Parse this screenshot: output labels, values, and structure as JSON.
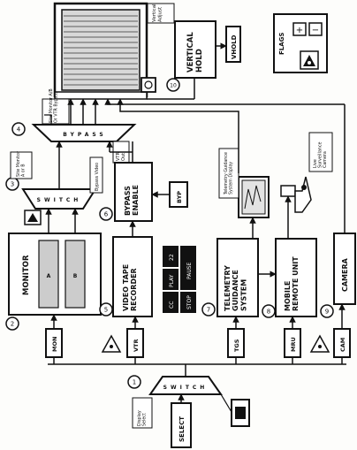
{
  "blocks": {
    "monitor": "MONITOR",
    "vtr": "VIDEO TAPE\nRECORDER",
    "bypass_enable": "BYPASS\nENABLE",
    "tgs": "TELEMETRY\nGUIDANCE\nSYSTEM",
    "mru": "MOBILE\nREMOTE UNIT",
    "camera": "CAMERA",
    "vertical_hold": "VERTICAL\nHOLD",
    "switch_top": "BYPASS",
    "switch_mid": "SWITCH",
    "switch_bottom": "SWITCH"
  },
  "buttons": {
    "mon": "MON",
    "vtr": "VTR",
    "tgs": "TGS",
    "mru": "MRU",
    "cam": "CAM",
    "byp": "BYP",
    "vhold": "VHOLD",
    "select": "SELECT",
    "cc": "CC",
    "play": "PLAY",
    "num22": "22",
    "stop": "STOP",
    "pause": "PAUSE"
  },
  "callouts": {
    "site_monitor_ab": "Site Monitor A/B\nOr VTR Bypass",
    "site_monitor_a_or_b": "Site Monitor\nA or B",
    "bypass_video": "Bypass Video",
    "vtr_out": "VTR\nOut",
    "telemetry_display": "Telemetry Guidance\nSystem Display",
    "live_camera": "Live\nSurveillance\nCamera",
    "vertical_adjust": "Vertical\nAdjust",
    "display_select": "Display\nSelect",
    "flags": "FLAGS",
    "flag_plus": "+",
    "flag_minus": "−"
  },
  "numbers": [
    "1",
    "2",
    "3",
    "4",
    "5",
    "6",
    "7",
    "8",
    "9",
    "10"
  ]
}
